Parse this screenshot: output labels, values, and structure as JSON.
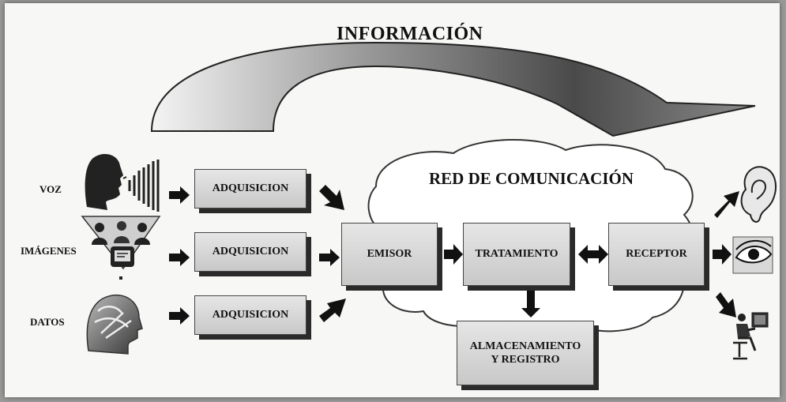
{
  "diagram": {
    "title": "INFORMACIÓN",
    "network_label": "RED DE COMUNICACIÓN",
    "sources": [
      {
        "label": "VOZ",
        "icon": "speaking-head-icon"
      },
      {
        "label": "IMÁGENES",
        "icon": "video-meeting-icon"
      },
      {
        "label": "DATOS",
        "icon": "brain-head-icon"
      }
    ],
    "acquisition": [
      "ADQUISICION",
      "ADQUISICION",
      "ADQUISICION"
    ],
    "emitter": "EMISOR",
    "processing": "TRATAMIENTO",
    "receiver": "RECEPTOR",
    "storage": {
      "line1": "ALMACENAMIENTO",
      "line2": "Y REGISTRO"
    },
    "outputs": [
      {
        "icon": "ear-icon"
      },
      {
        "icon": "eye-icon"
      },
      {
        "icon": "computer-user-icon"
      }
    ]
  }
}
